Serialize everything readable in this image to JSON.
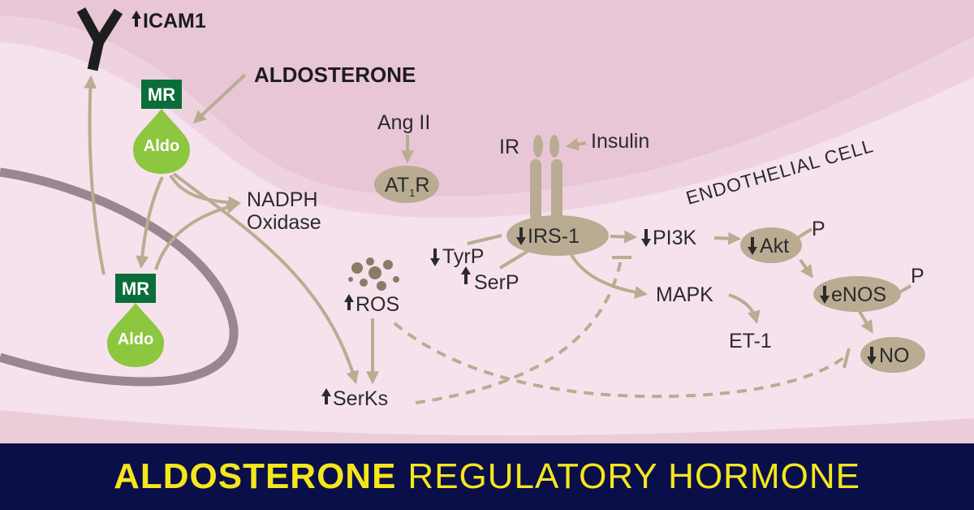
{
  "labels": {
    "icam": "ICAM1",
    "aldosterone": "ALDOSTERONE",
    "mr": "MR",
    "aldo": "Aldo",
    "nadph_line1": "NADPH",
    "nadph_line2": "Oxidase",
    "ang_ii": "Ang II",
    "at1r_main": "AT",
    "at1r_sub": "1",
    "at1r_r": "R",
    "ir": "IR",
    "insulin": "Insulin",
    "irs1": "IRS-1",
    "tyrp": "TyrP",
    "serp": "SerP",
    "pi3k": "PI3K",
    "akt": "Akt",
    "p": "P",
    "enos": "eNOS",
    "no": "NO",
    "mapk": "MAPK",
    "et1": "ET-1",
    "ros": "ROS",
    "serks": "SerKs",
    "endothelial_cell": "ENDOTHELIAL CELL"
  },
  "banner": {
    "bold": "ALDOSTERONE",
    "regular": "REGULATORY HORMONE"
  },
  "colors": {
    "background": "#ffffff",
    "membrane": "#e8c6d6",
    "cytoplasm": "#f6e2ec",
    "nucleus_ring": "#9b8590",
    "node": "#b9ac92",
    "arrow": "#b9ac92",
    "mr_box": "#0b6e3a",
    "aldo_drop": "#8dc63f",
    "ros_dots": "#8b7a68",
    "banner_bg": "#0a0f4a",
    "banner_text": "#f5e61c"
  }
}
